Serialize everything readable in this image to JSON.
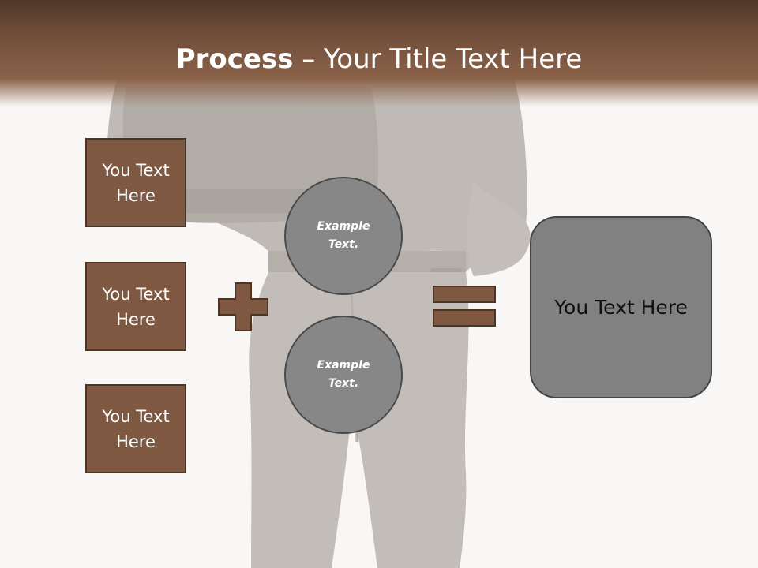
{
  "title": {
    "bold": "Process",
    "rest": " – Your Title Text Here"
  },
  "left_boxes": [
    {
      "label": "You Text Here"
    },
    {
      "label": "You Text Here"
    },
    {
      "label": "You Text Here"
    }
  ],
  "circles": [
    {
      "label": "Example Text."
    },
    {
      "label": "Example Text."
    }
  ],
  "result": {
    "label": "You Text Here"
  },
  "colors": {
    "header": "#7a5440",
    "box_fill": "#7e5841",
    "box_border": "#4b3527",
    "circle_fill": "#878787",
    "result_fill": "#818181"
  }
}
